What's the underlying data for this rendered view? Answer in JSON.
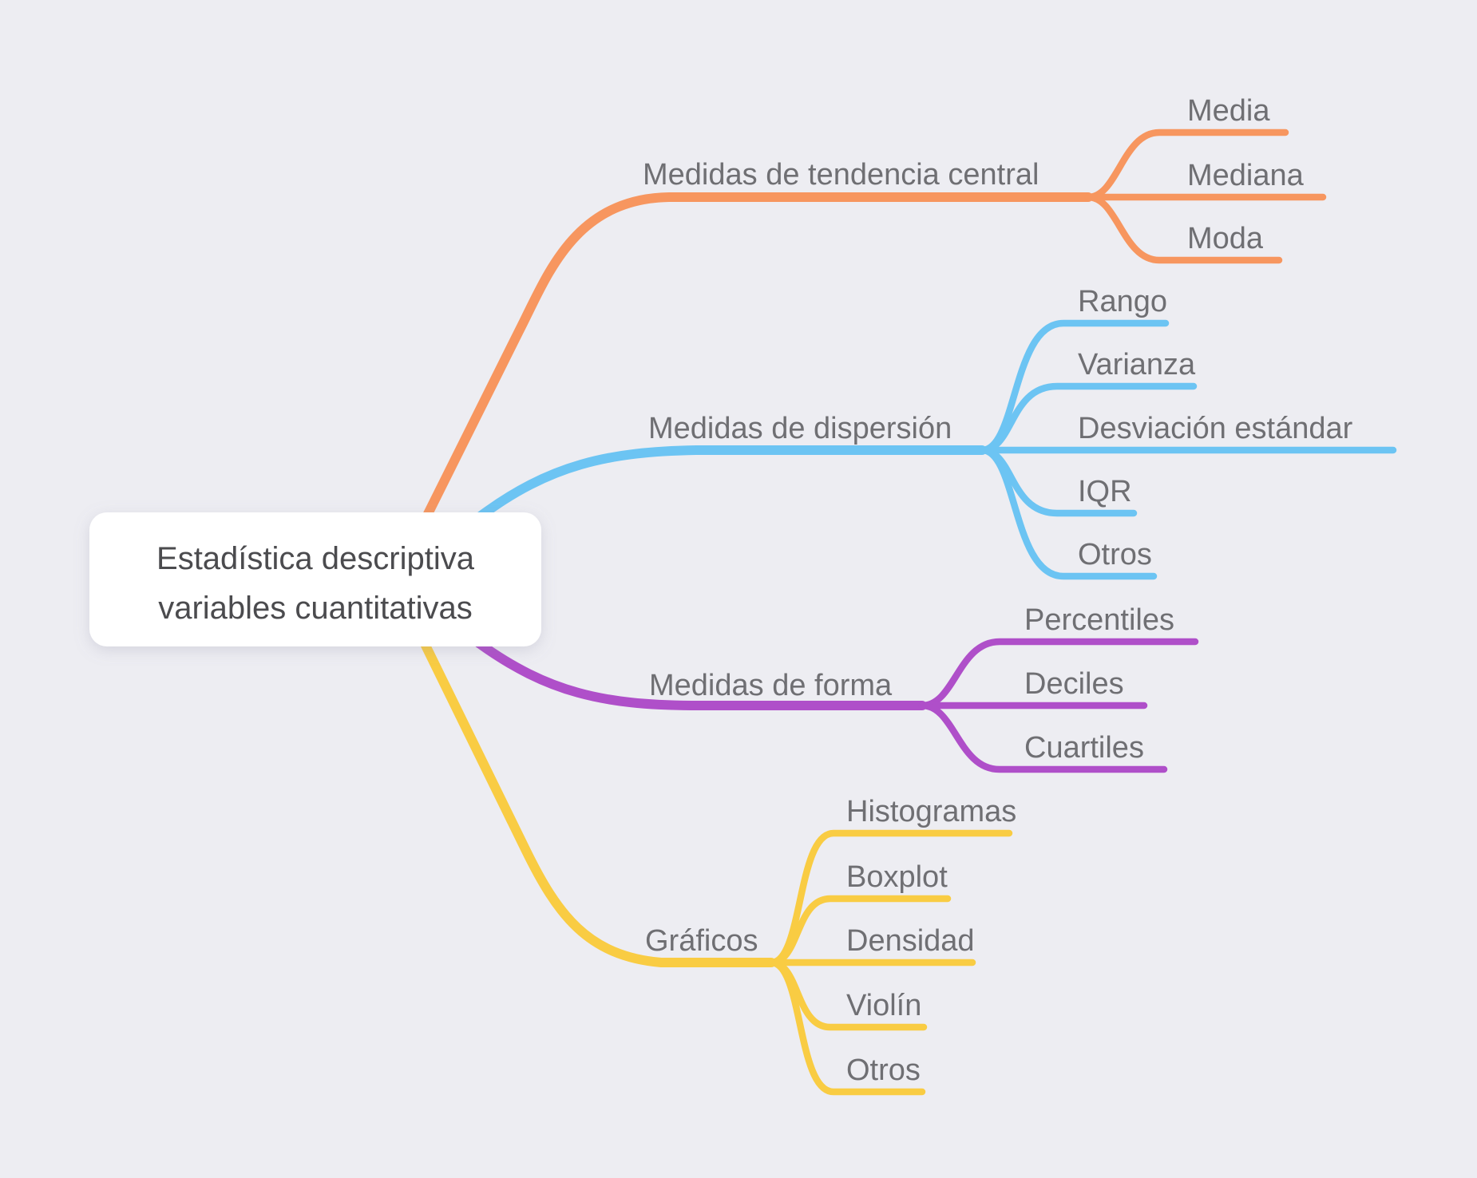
{
  "background_color": "#EDEDF2",
  "label_color": "#6F6F73",
  "root": {
    "box_color": "#FFFFFF",
    "text_color": "#4B4B4E",
    "lines": [
      "Estadística descriptiva",
      "variables cuantitativas"
    ]
  },
  "branches": [
    {
      "label": "Medidas de tendencia central",
      "color": "#F7965F",
      "children": [
        "Media",
        "Mediana",
        "Moda"
      ]
    },
    {
      "label": "Medidas de dispersión",
      "color": "#6CC4F3",
      "children": [
        "Rango",
        "Varianza",
        "Desviación estándar",
        "IQR",
        "Otros"
      ]
    },
    {
      "label": "Medidas de forma",
      "color": "#AF4FC9",
      "children": [
        "Percentiles",
        "Deciles",
        "Cuartiles"
      ]
    },
    {
      "label": "Gráficos",
      "color": "#F9CC43",
      "children": [
        "Histogramas",
        "Boxplot",
        "Densidad",
        "Violín",
        "Otros"
      ]
    }
  ]
}
